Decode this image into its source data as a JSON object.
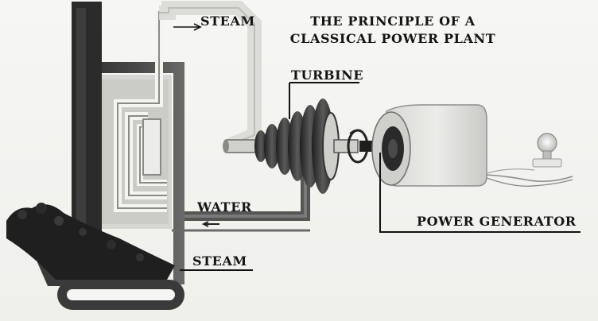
{
  "diagram": {
    "title_line1": "THE PRINCIPLE OF A",
    "title_line2": "CLASSICAL POWER PLANT",
    "labels": {
      "steam_top": "STEAM",
      "turbine": "TURBINE",
      "water": "WATER",
      "power_generator": "POWER GENERATOR",
      "steam_bottom": "STEAM"
    }
  }
}
